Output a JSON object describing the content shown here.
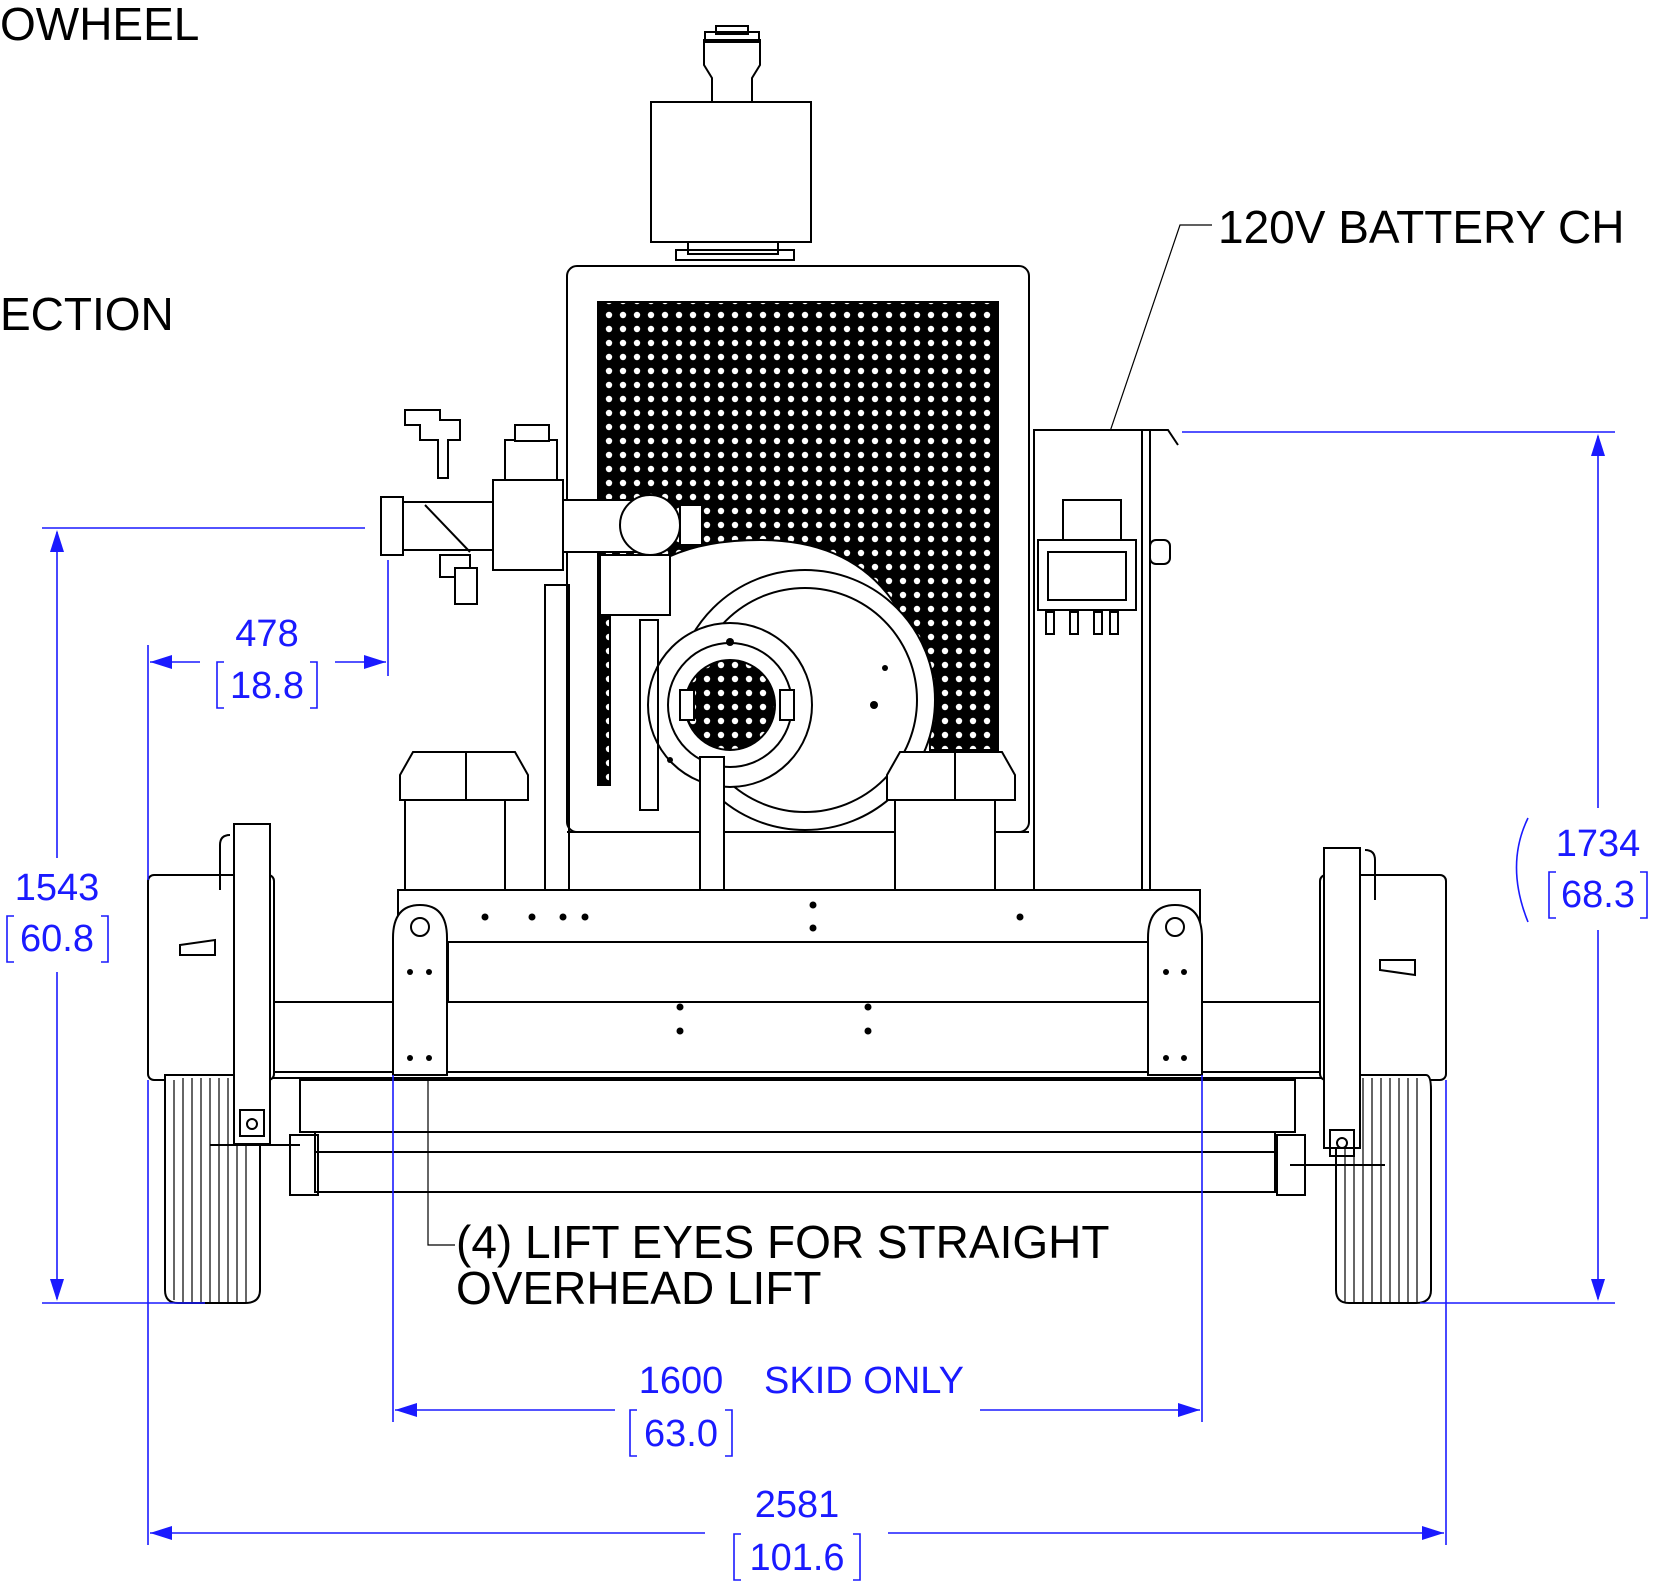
{
  "colors": {
    "linework": "#000000",
    "dimension": "#1a1aff",
    "background": "#ffffff"
  },
  "notes": {
    "top_left_1": "OWHEEL",
    "top_left_2": "ECTION",
    "battery_charger": "120V BATTERY CH",
    "lift_eyes_line1": "(4) LIFT EYES FOR STRAIGHT",
    "lift_eyes_line2": "OVERHEAD LIFT"
  },
  "dimensions": {
    "suction_offset": {
      "mm": "478",
      "inch": "18.8"
    },
    "suction_height": {
      "mm": "1543",
      "inch": "60.8"
    },
    "overall_height": {
      "mm": "1734",
      "inch": "68.3"
    },
    "skid_width": {
      "mm": "1600",
      "label": "SKID ONLY",
      "inch": "63.0"
    },
    "overall_width": {
      "mm": "2581",
      "inch": "101.6"
    }
  }
}
